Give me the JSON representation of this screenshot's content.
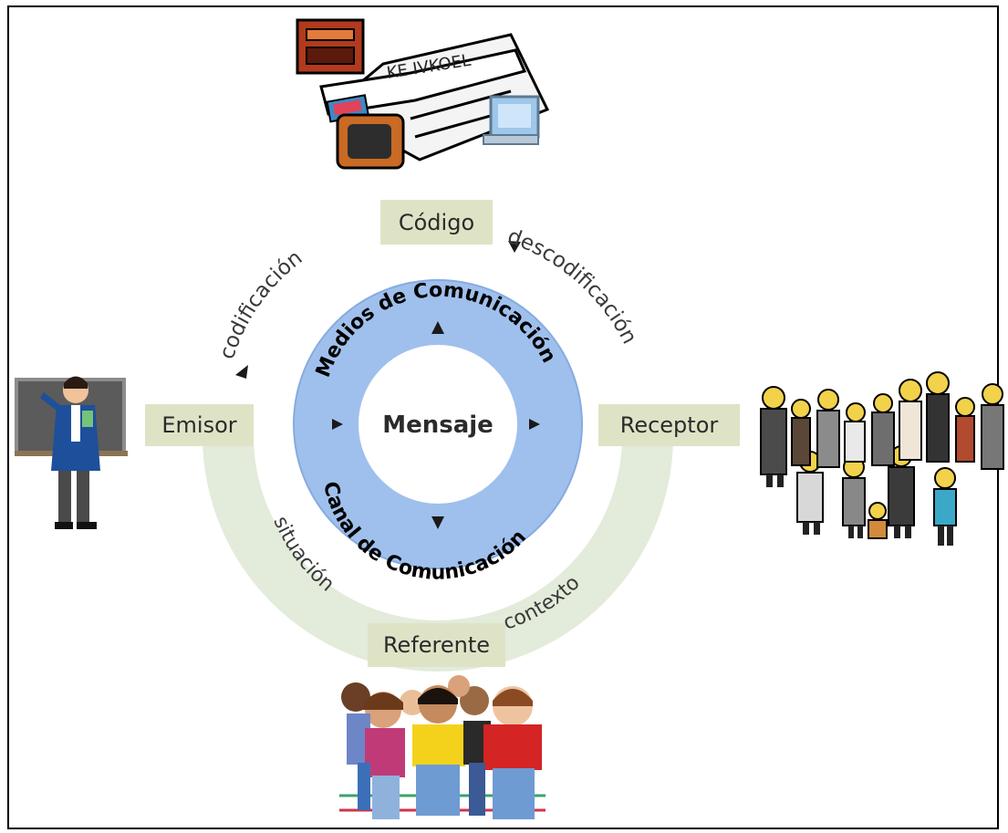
{
  "nodes": {
    "codigo": "Código",
    "emisor": "Emisor",
    "receptor": "Receptor",
    "referente": "Referente",
    "mensaje": "Mensaje"
  },
  "arcs": {
    "codificacion": "codificación",
    "descodificacion": "descodificación",
    "situacion": "situación",
    "contexto": "contexto",
    "medios": "Medios de Comunicación",
    "canal": "Canal de Comunicación"
  },
  "clipart": {
    "newspaper_text": "KE IVKOEL"
  },
  "icons": [
    "media-clipart",
    "teacher-clipart",
    "crowd-clipart",
    "children-photo"
  ],
  "colors": {
    "ring": "#9fc0ec",
    "ring_edge": "#7ea6dc",
    "green_arc": "#e3ebda",
    "label_box": "#dfe3c6"
  }
}
